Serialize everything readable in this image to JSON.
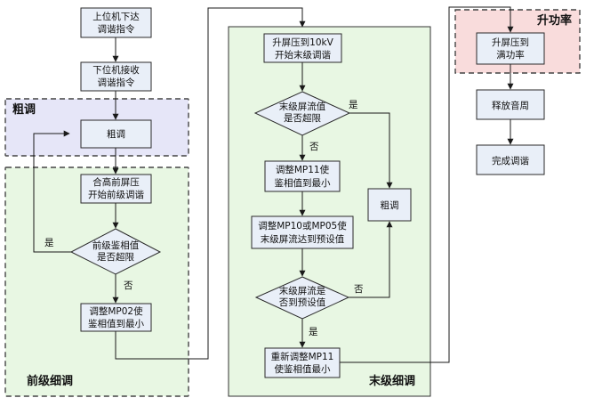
{
  "regions": {
    "coarse": {
      "label": "粗调",
      "color": "#e6e6f8"
    },
    "pre_fine": {
      "label": "前级细调",
      "color": "#e8f7e3"
    },
    "final_fine": {
      "label": "末级细调",
      "color": "#e8f7e3"
    },
    "power_up": {
      "label": "升功率",
      "color": "#f9dcdc"
    }
  },
  "nodes": {
    "host_issue": {
      "lines": [
        "上位机下达",
        "调谐指令"
      ]
    },
    "slave_receive": {
      "lines": [
        "下位机接收",
        "调谐指令"
      ]
    },
    "coarse_tune": {
      "lines": [
        "粗调"
      ]
    },
    "close_pre_screen": {
      "lines": [
        "合高前屏压",
        "开始前级调谐"
      ]
    },
    "pre_phase_check": {
      "lines": [
        "前级鉴相值",
        "是否超限"
      ]
    },
    "adjust_mp02": {
      "lines": [
        "调整MP02使",
        "鉴相值到最小"
      ]
    },
    "raise_screen_10kv": {
      "lines": [
        "升屏压到10kV",
        "开始末级调谐"
      ]
    },
    "final_current_check": {
      "lines": [
        "末级屏流值",
        "是否超限"
      ]
    },
    "adjust_mp11": {
      "lines": [
        "调整MP11使",
        "鉴相值到最小"
      ]
    },
    "adjust_mp10_mp05": {
      "lines": [
        "调整MP10或MP05使",
        "末级屏流达到预设值"
      ]
    },
    "final_current_preset": {
      "lines": [
        "末级屏流是",
        "否到预设值"
      ]
    },
    "readjust_mp11": {
      "lines": [
        "重新调整MP11",
        "使鉴相值最小"
      ]
    },
    "coarse_tune_2": {
      "lines": [
        "粗调"
      ]
    },
    "raise_full_power": {
      "lines": [
        "升屏压到",
        "满功率"
      ]
    },
    "release_audio": {
      "lines": [
        "释放音周"
      ]
    },
    "complete_tuning": {
      "lines": [
        "完成调谐"
      ]
    }
  },
  "edge_labels": {
    "pre_yes": "是",
    "pre_no": "否",
    "final_yes": "是",
    "final_no": "否",
    "preset_no": "否",
    "preset_yes": "是"
  }
}
